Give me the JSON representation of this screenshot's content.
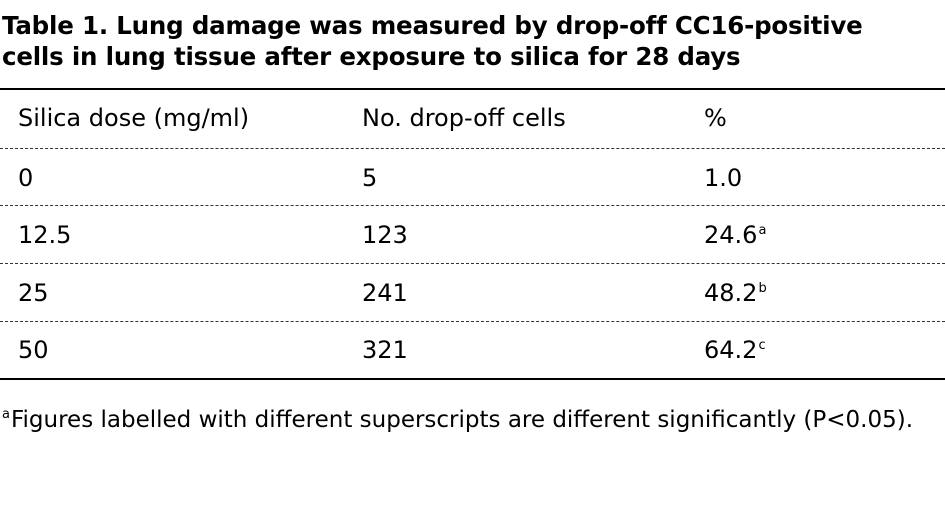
{
  "title": {
    "line1": "Table 1. Lung damage was measured by drop-off CC16-positive",
    "line2": "cells in lung tissue after exposure to silica for 28 days"
  },
  "table": {
    "headers": [
      "Silica dose (mg/ml)",
      "No. drop-off cells",
      "%"
    ],
    "rows": [
      {
        "dose": "0",
        "cells": "5",
        "percent": "1.0",
        "sup": ""
      },
      {
        "dose": "12.5",
        "cells": "123",
        "percent": "24.6",
        "sup": "a"
      },
      {
        "dose": "25",
        "cells": "241",
        "percent": "48.2",
        "sup": "b"
      },
      {
        "dose": "50",
        "cells": "321",
        "percent": "64.2",
        "sup": "c"
      }
    ]
  },
  "footnote": {
    "marker": "a",
    "text": "Figures labelled with different superscripts are different significantly (P<0.05)."
  }
}
